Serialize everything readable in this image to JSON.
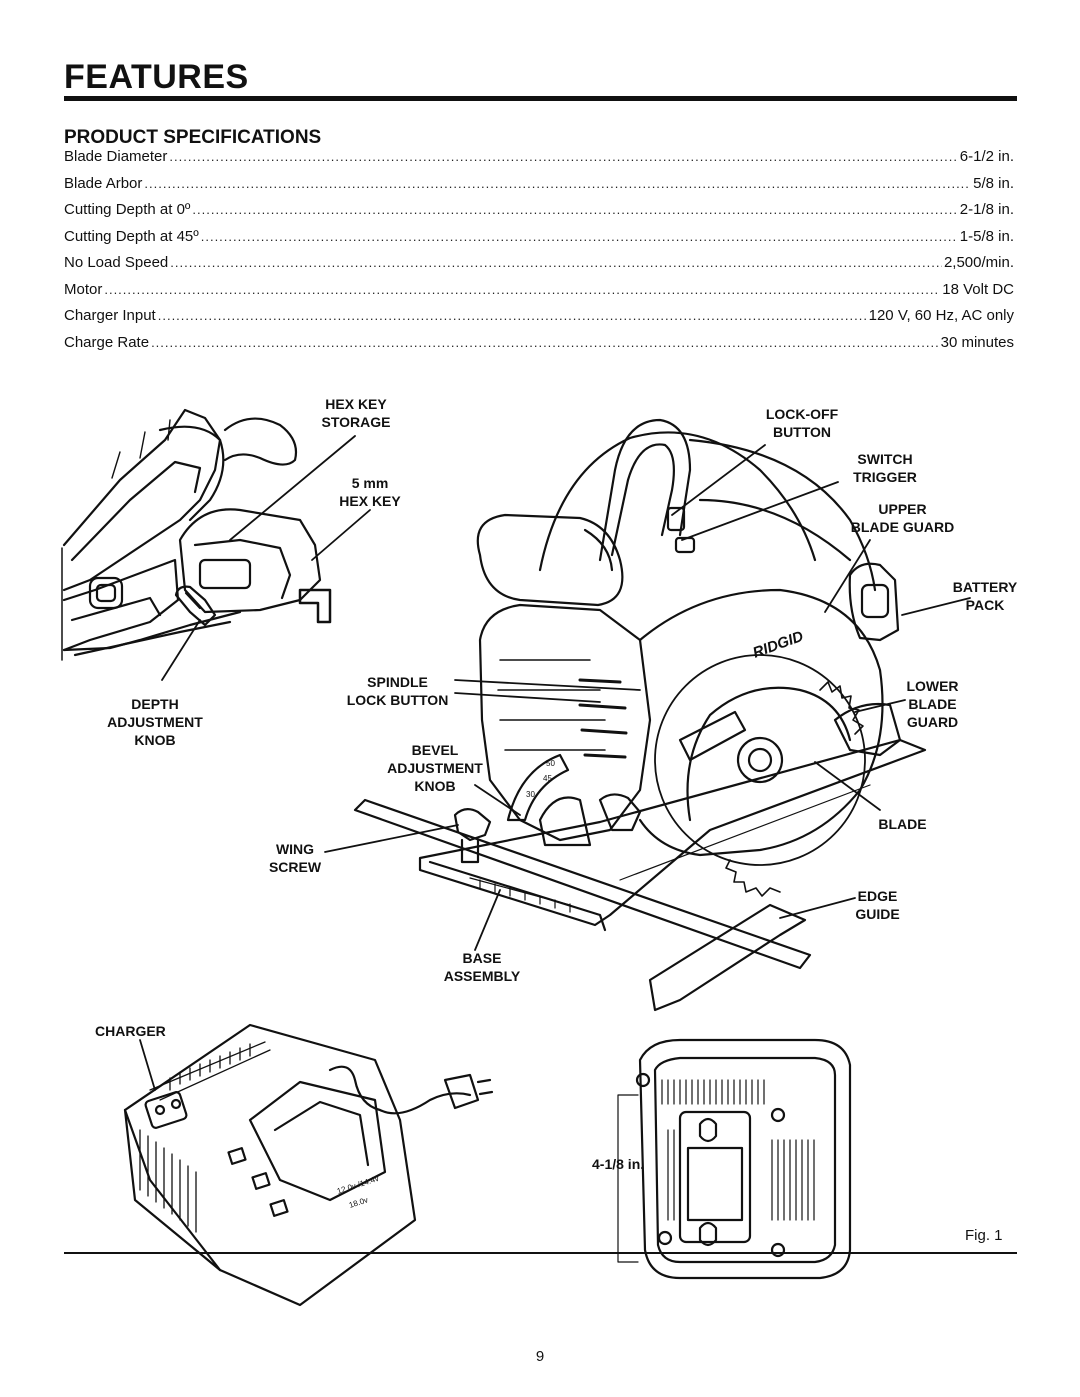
{
  "header": {
    "title": "FEATURES"
  },
  "section": {
    "title": "PRODUCT SPECIFICATIONS"
  },
  "specs": [
    {
      "label": "Blade Diameter",
      "value": "6-1/2 in."
    },
    {
      "label": "Blade Arbor",
      "value": "5/8 in."
    },
    {
      "label": "Cutting Depth at 0º",
      "value": "2-1/8 in."
    },
    {
      "label": "Cutting Depth at 45º",
      "value": "1-5/8 in."
    },
    {
      "label": "No Load Speed",
      "value": "2,500/min."
    },
    {
      "label": "Motor",
      "value": "18 Volt DC"
    },
    {
      "label": "Charger Input",
      "value": "120 V, 60 Hz, AC only"
    },
    {
      "label": "Charge Rate",
      "value": "30 minutes"
    }
  ],
  "callouts": {
    "hex_key_storage": [
      "HEX KEY",
      "STORAGE"
    ],
    "hex_key": [
      "5 mm",
      "HEX KEY"
    ],
    "lock_off_button": [
      "LOCK-OFF",
      "BUTTON"
    ],
    "switch_trigger": [
      "SWITCH",
      "TRIGGER"
    ],
    "upper_blade_guard": [
      "UPPER",
      "BLADE GUARD"
    ],
    "battery_pack": [
      "BATTERY",
      "PACK"
    ],
    "spindle_lock_button": [
      "SPINDLE",
      "LOCK BUTTON"
    ],
    "depth_adjustment_knob": [
      "DEPTH",
      "ADJUSTMENT",
      "KNOB"
    ],
    "lower_blade_guard": [
      "LOWER",
      "BLADE",
      "GUARD"
    ],
    "bevel_adjustment_knob": [
      "BEVEL",
      "ADJUSTMENT",
      "KNOB"
    ],
    "blade": [
      "BLADE"
    ],
    "wing_screw": [
      "WING",
      "SCREW"
    ],
    "edge_guide": [
      "EDGE",
      "GUIDE"
    ],
    "base_assembly": [
      "BASE",
      "ASSEMBLY"
    ],
    "charger": [
      "CHARGER"
    ],
    "charger_depth": [
      "4-1/8 in."
    ]
  },
  "saw_markings": {
    "brand": "RIDGID",
    "bevel_scale": [
      "50",
      "45",
      "30"
    ]
  },
  "charger_markings": {
    "voltage_label": "12.0v /14.4v",
    "voltage_label_2": "18.0v"
  },
  "figure": {
    "label": "Fig. 1"
  },
  "footer": {
    "page_number": "9"
  }
}
